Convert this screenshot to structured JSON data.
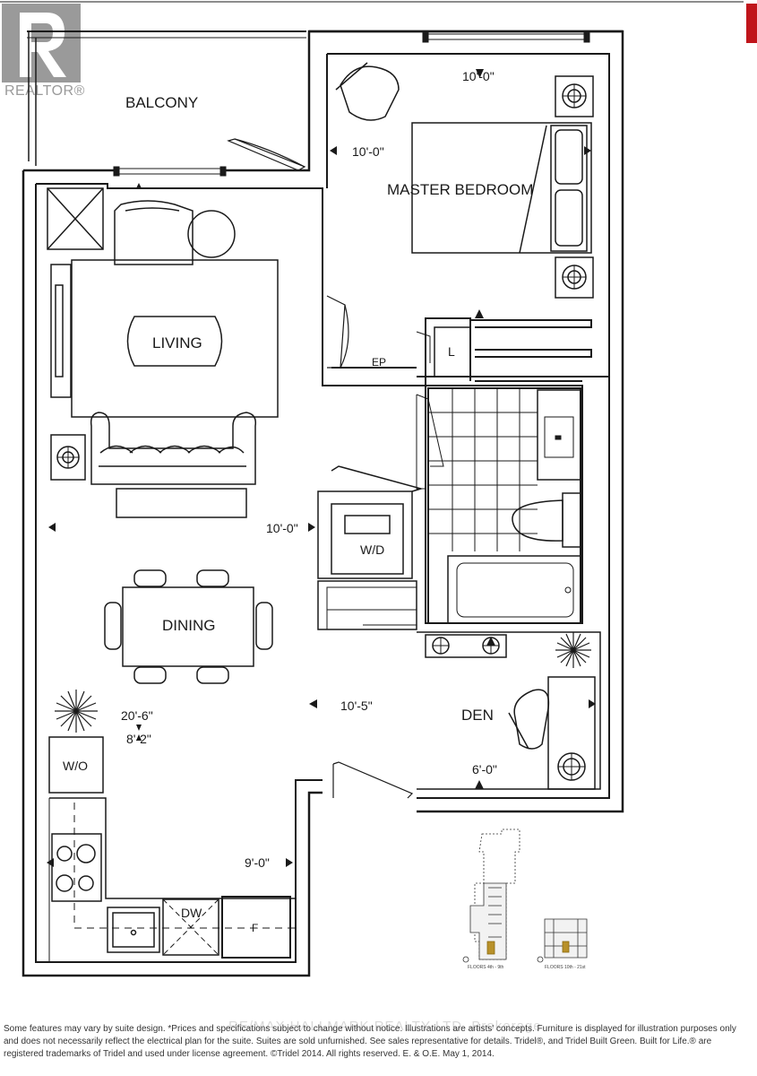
{
  "logo": {
    "text": "REALTOR®"
  },
  "rooms": {
    "balcony": "BALCONY",
    "master_bedroom": "MASTER BEDROOM",
    "living": "LIVING",
    "dining": "DINING",
    "den": "DEN",
    "laundry": "W/D",
    "linen": "L",
    "electrical_panel": "EP",
    "walk_out": "W/O",
    "dishwasher": "DW",
    "fridge": "F"
  },
  "dimensions": {
    "bedroom_width": "10'-0\"",
    "bedroom_depth": "10'-0\"",
    "hall_width": "10'-0\"",
    "living_length": "20'-6\"",
    "living_width": "8'-2\"",
    "main_width": "10'-5\"",
    "kitchen_width": "9'-0\"",
    "den_width": "6'-0\""
  },
  "keyplan": {
    "caption_left": "FLOORS 4th - 9th",
    "caption_right": "FLOORS 10th - 21st"
  },
  "watermark": "RE/MAX HALLMARK REALTY LTD. Brokerage",
  "disclaimer": "Some features may vary by suite design. *Prices and specifications subject to change without notice. Illustrations are artists' concepts. Furniture is displayed for illustration purposes only and does not necessarily reflect the electrical plan for the suite. Suites are sold unfurnished. See sales representative for details. Tridel®, and Tridel Built Green. Built for Life.® are registered trademarks of Tridel and used under license agreement. ©Tridel 2014. All rights reserved. E. & O.E. May 1, 2014.",
  "colors": {
    "wall": "#1a1a1a",
    "accent": "#c0151b",
    "keyplan_highlight": "#b8912a"
  }
}
